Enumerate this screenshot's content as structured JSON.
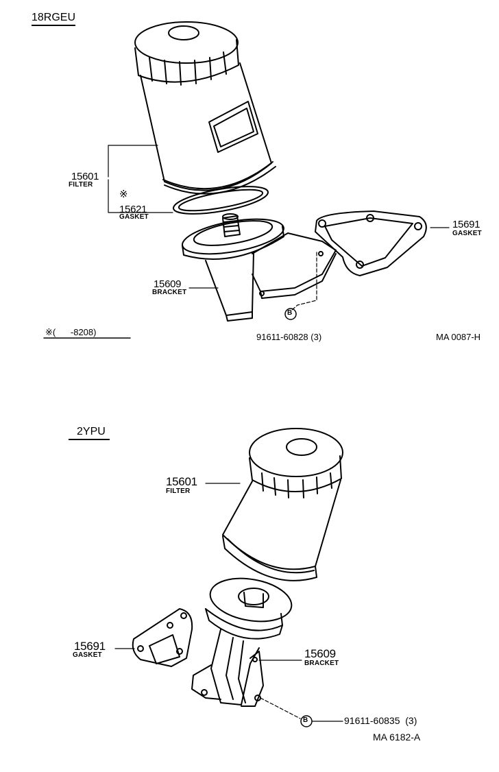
{
  "section_top": {
    "model": "18RGEU",
    "filter": {
      "part": "15601",
      "name": "FILTER"
    },
    "mark": "※",
    "gasket": {
      "part": "15621",
      "name": "GASKET"
    },
    "bracket": {
      "part": "15609",
      "name": "BRACKET"
    },
    "gasket_plate": {
      "part": "15691",
      "name": "GASKET"
    },
    "bolt_symbol": "B",
    "bolt": "91611-60828 (3)",
    "footnote": "※(      -8208)",
    "ref_code": "MA 0087-H"
  },
  "section_bottom": {
    "model": "2YPU",
    "filter": {
      "part": "15601",
      "name": "FILTER"
    },
    "gasket_plate": {
      "part": "15691",
      "name": "GASKET"
    },
    "bracket": {
      "part": "15609",
      "name": "BRACKET"
    },
    "bolt_symbol": "B",
    "bolt": "91611-60835  (3)",
    "ref_code": "MA 6182-A"
  }
}
